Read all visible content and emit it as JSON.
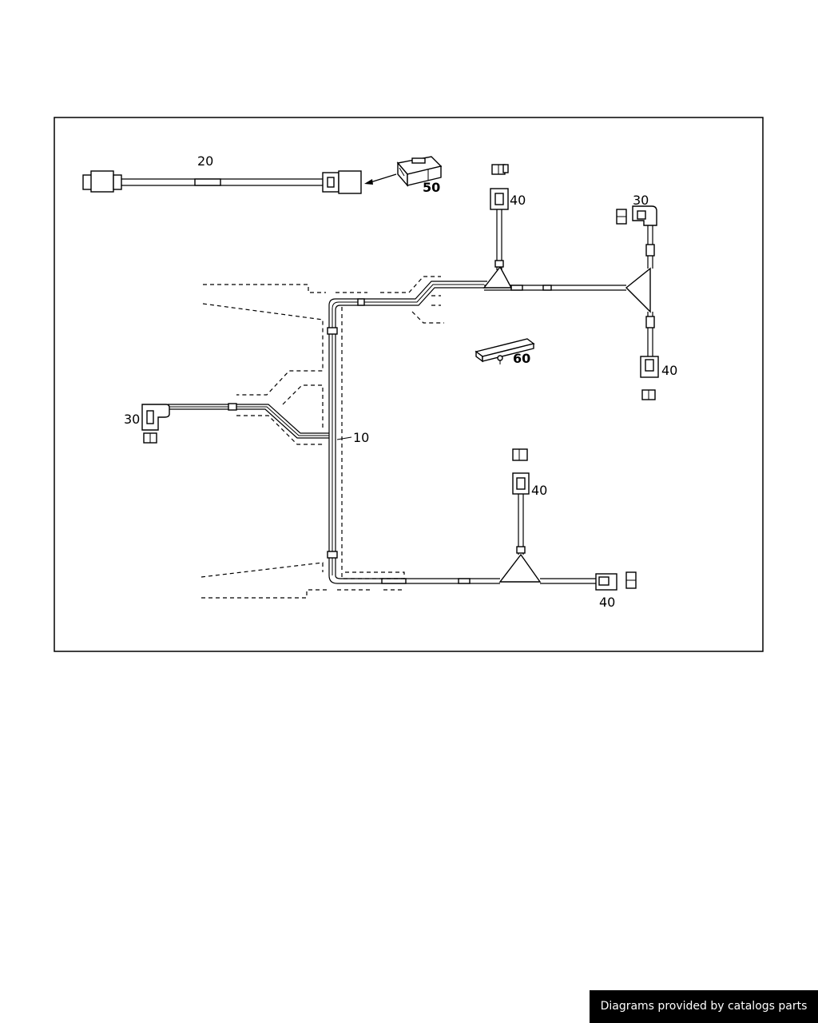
{
  "callouts": {
    "harness_main": "10",
    "cable_short": "20",
    "connector_left": "30",
    "connector_right": "30",
    "plug_top_1": "40",
    "plug_right": "40",
    "plug_bottom_top": "40",
    "plug_bottom_right": "40",
    "coupling": "50",
    "bracket": "60"
  },
  "footer": {
    "credit": "Diagrams provided by catalogs parts"
  }
}
